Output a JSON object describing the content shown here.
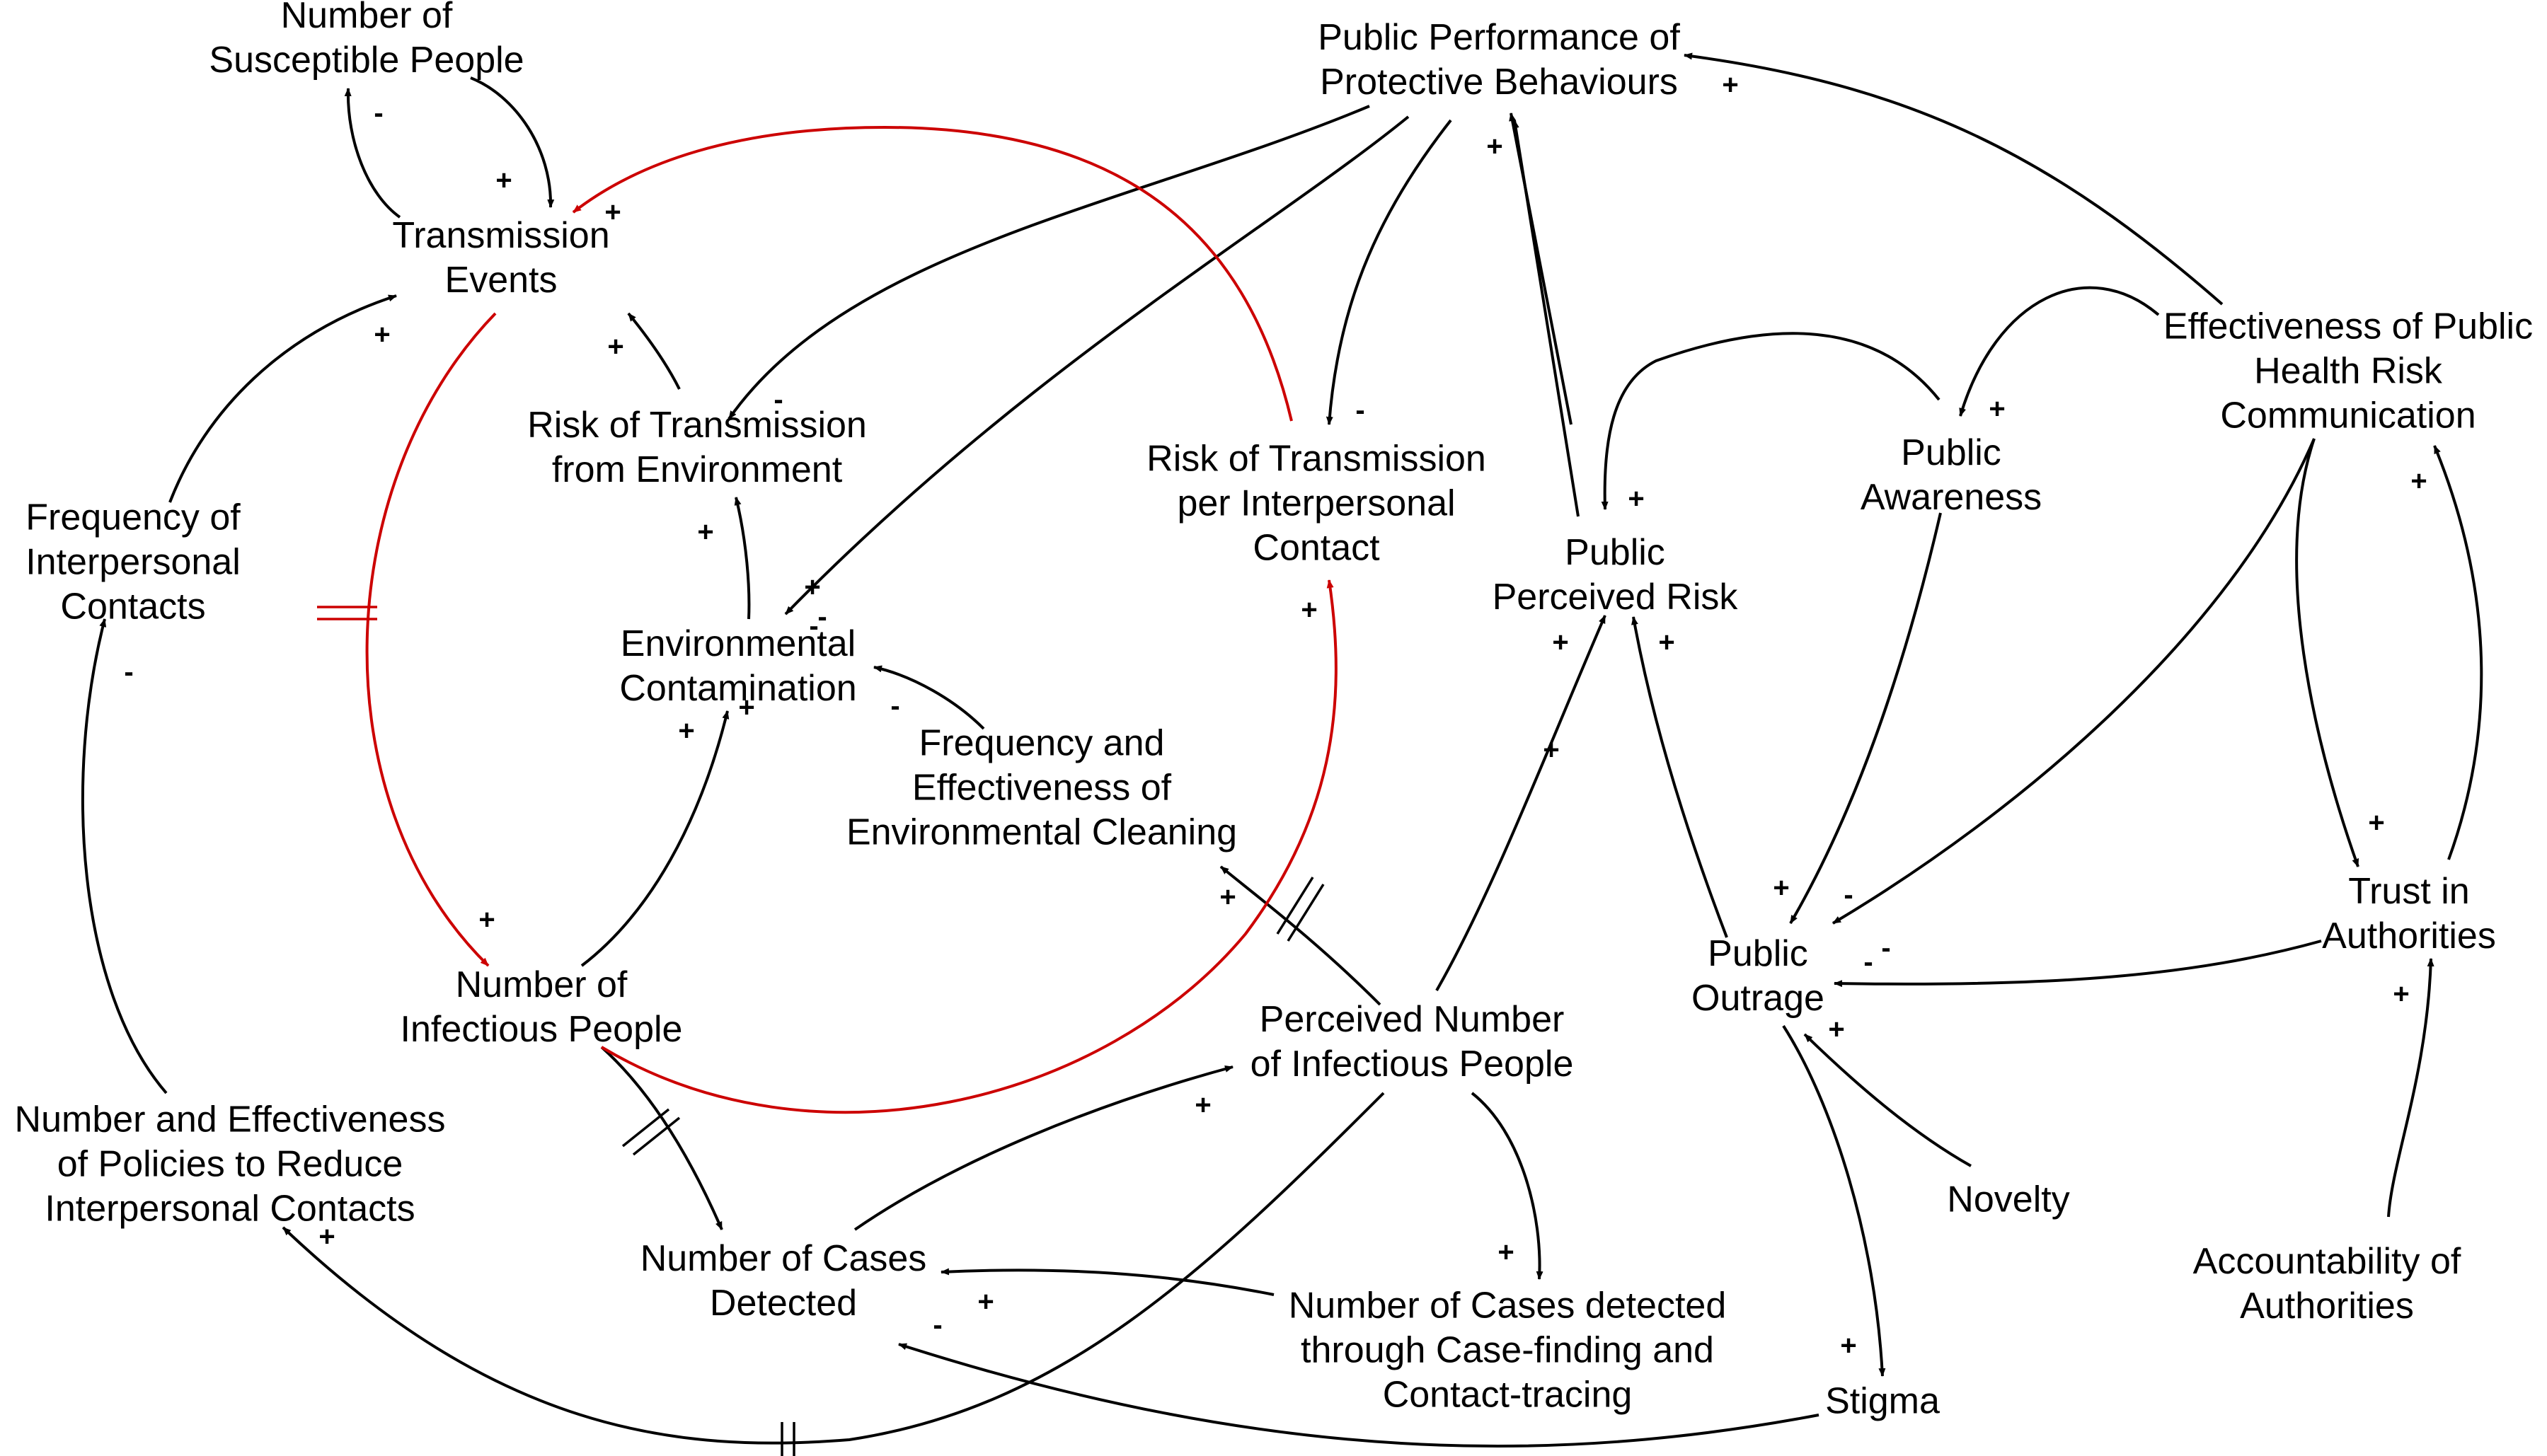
{
  "colors": {
    "ink": "#000000",
    "loop": "#cc0000"
  },
  "nodes": {
    "susceptible": "Number of\nSusceptible People",
    "transmission_events": "Transmission\nEvents",
    "risk_env": "Risk of Transmission\nfrom Environment",
    "env_contamination": "Environmental\nContamination",
    "risk_interpersonal": "Risk of Transmission\nper Interpersonal\nContact",
    "freq_contacts": "Frequency of\nInterpersonal\nContacts",
    "cleaning": "Frequency and\nEffectiveness of\nEnvironmental Cleaning",
    "infectious": "Number of\nInfectious People",
    "policies": "Number and Effectiveness\nof Policies to Reduce\nInterpersonal Contacts",
    "cases_detected": "Number of Cases\nDetected",
    "perceived_infectious": "Perceived Number\nof Infectious People",
    "case_finding": "Number of Cases detected\nthrough Case-finding and\nContact-tracing",
    "protective": "Public Performance of\nProtective Behaviours",
    "perceived_risk": "Public\nPerceived Risk",
    "awareness": "Public\nAwareness",
    "communication": "Effectiveness of Public\nHealth Risk\nCommunication",
    "outrage": "Public\nOutrage",
    "trust": "Trust in\nAuthorities",
    "novelty": "Novelty",
    "accountability": "Accountability of\nAuthorities",
    "stigma": "Stigma"
  },
  "polarities": {
    "p01": "-",
    "p02": "+",
    "p03": "+",
    "p04": "+",
    "p05": "+",
    "p06": "-",
    "p07": "+",
    "p08": "+",
    "p09": "-",
    "p10": "-",
    "p11": "+",
    "p12": "-",
    "p13": "+",
    "p14": "+",
    "p15": "+",
    "p16": "+",
    "p17": "+",
    "p18": "+",
    "p19": "+",
    "p20": "-",
    "p21": "+",
    "p22": "+",
    "p23": "+",
    "p24": "+",
    "p25": "+",
    "p26": "+",
    "p27": "-",
    "p28": "-",
    "p29": "+",
    "p30": "+",
    "p31": "+",
    "p32": "+",
    "p33": "+",
    "p34": "-",
    "p35": "-",
    "p36": "+",
    "p37": "+",
    "p38": "+",
    "p39": "-"
  }
}
